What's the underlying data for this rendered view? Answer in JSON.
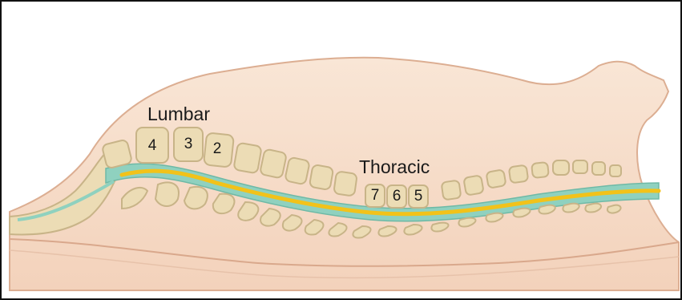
{
  "labels": {
    "lumbar": "Lumbar",
    "thoracic": "Thoracic"
  },
  "vertebra_numbers": {
    "lumbar": [
      "4",
      "3",
      "2"
    ],
    "thoracic": [
      "7",
      "6",
      "5"
    ]
  },
  "colors": {
    "skin": "#f6dcc6",
    "skin_outline": "#d9a88c",
    "bone": "#ecdcb5",
    "bone_outline": "#c8b488",
    "csf": "#8fd1bf",
    "spinal_cord": "#f2c21a"
  }
}
